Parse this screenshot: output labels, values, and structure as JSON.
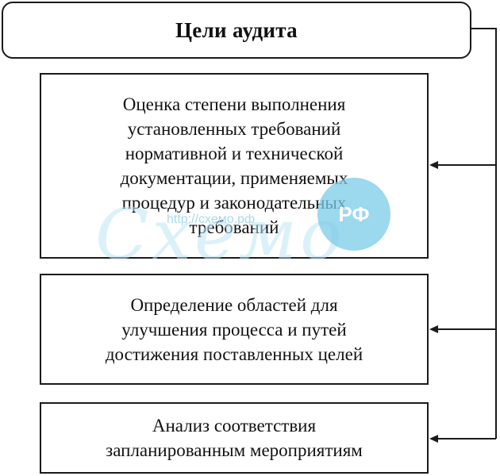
{
  "diagram": {
    "title": "Цели аудита",
    "items": [
      {
        "text": "Оценка степени выполнения\nустановленных требований\nнормативной и технической\nдокументации, применяемых\nпроцедур и законодательных\nтребований"
      },
      {
        "text": "Определение областей для\nулучшения процесса и путей\nдостижения поставленных целей"
      },
      {
        "text": "Анализ соответствия\nзапланированным мероприятиям"
      }
    ]
  },
  "watermark": {
    "url": "http://схемо.рф",
    "word": "Схемо",
    "badge": "РФ"
  },
  "colors": {
    "line": "#1a1a1a",
    "watermark": "#7ccbe9"
  }
}
